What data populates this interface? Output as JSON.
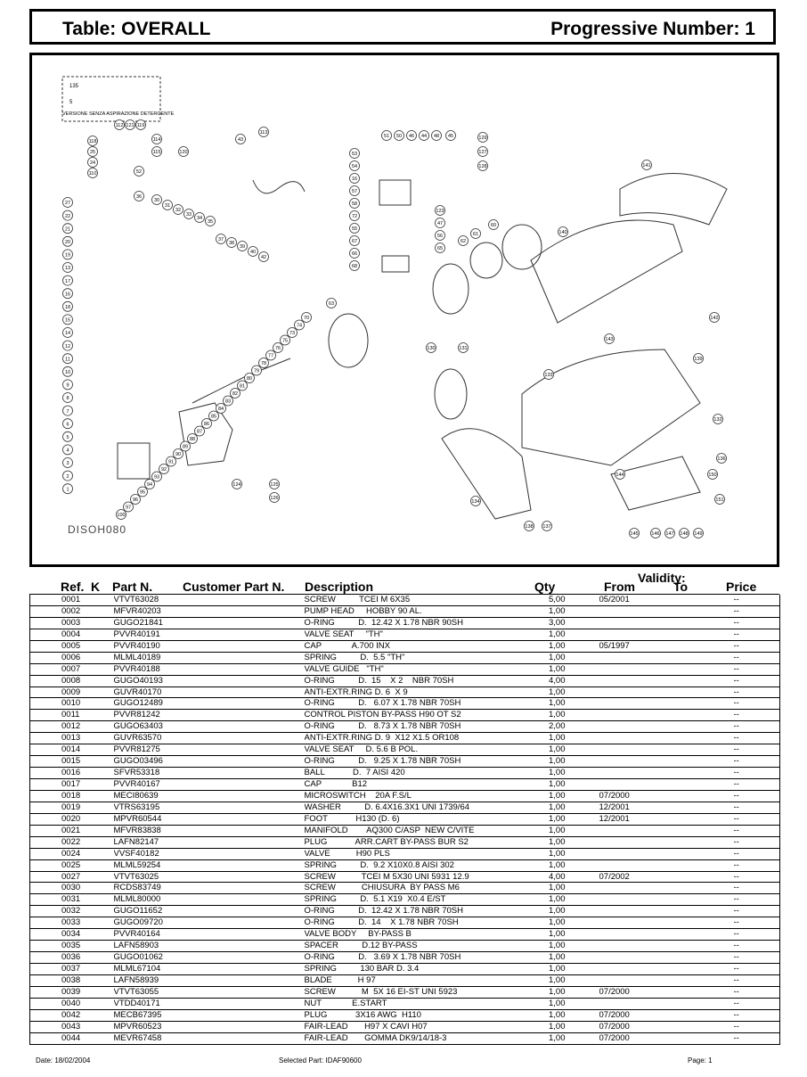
{
  "header": {
    "table_label": "Table: OVERALL",
    "progressive_label": "Progressive Number:  1"
  },
  "drawing": {
    "code": "DISOH080",
    "inset_caption": "VERSIONE SENZA ASPIRAZIONE DETERGENTE",
    "inset_numbers": [
      "135",
      "5"
    ],
    "callouts": [
      "27",
      "22",
      "21",
      "20",
      "19",
      "13",
      "17",
      "16",
      "18",
      "15",
      "14",
      "12",
      "11",
      "10",
      "9",
      "8",
      "7",
      "6",
      "5",
      "4",
      "3",
      "2",
      "1",
      "118",
      "25",
      "24",
      "110",
      "36",
      "30",
      "31",
      "32",
      "33",
      "34",
      "35",
      "37",
      "38",
      "39",
      "40",
      "42",
      "43",
      "113",
      "112",
      "121",
      "119",
      "114",
      "115",
      "120",
      "52",
      "53",
      "54",
      "16",
      "57",
      "58",
      "72",
      "55",
      "67",
      "66",
      "68",
      "51",
      "50",
      "46",
      "44",
      "48",
      "45",
      "129",
      "127",
      "128",
      "123",
      "47",
      "56",
      "65",
      "62",
      "61",
      "60",
      "63",
      "70",
      "74",
      "73",
      "75",
      "76",
      "77",
      "78",
      "79",
      "80",
      "81",
      "82",
      "83",
      "84",
      "85",
      "86",
      "87",
      "88",
      "89",
      "90",
      "91",
      "92",
      "93",
      "94",
      "95",
      "96",
      "97",
      "100",
      "124",
      "125",
      "126",
      "130",
      "131",
      "141",
      "140",
      "142",
      "143",
      "144",
      "145",
      "146",
      "147",
      "148",
      "149",
      "150",
      "151",
      "136",
      "134",
      "132",
      "133",
      "139",
      "138",
      "137"
    ]
  },
  "columns": {
    "ref": "Ref.",
    "k": "K",
    "part": "Part N.",
    "customer": "Customer Part N.",
    "description": "Description",
    "qty": "Qty",
    "validity": "Validity:",
    "from": "From",
    "to": "To",
    "price": "Price"
  },
  "rows": [
    [
      "0001",
      "VTVT63028",
      "SCREW          TCEI M 6X35",
      "5,00",
      "05/2001",
      "",
      "--"
    ],
    [
      "0002",
      "MFVR40203",
      "PUMP HEAD     HOBBY 90 AL.",
      "1,00",
      "",
      "",
      "--"
    ],
    [
      "0003",
      "GUGO21841",
      "O-RING          D.  12.42 X 1.78 NBR 90SH",
      "3,00",
      "",
      "",
      "--"
    ],
    [
      "0004",
      "PVVR40191",
      "VALVE SEAT     \"TH\"",
      "1,00",
      "",
      "",
      "--"
    ],
    [
      "0005",
      "PVVR40190",
      "CAP             A.700 INX",
      "1,00",
      "05/1997",
      "",
      "--"
    ],
    [
      "0006",
      "MLML40189",
      "SPRING          D.  5.5 \"TH\"",
      "1,00",
      "",
      "",
      "--"
    ],
    [
      "0007",
      "PVVR40188",
      "VALVE GUIDE   \"TH\"",
      "1,00",
      "",
      "",
      "--"
    ],
    [
      "0008",
      "GUGO40193",
      "O-RING          D.  15    X 2    NBR 70SH",
      "4,00",
      "",
      "",
      "--"
    ],
    [
      "0009",
      "GUVR40170",
      "ANTI-EXTR.RING D. 6  X 9",
      "1,00",
      "",
      "",
      "--"
    ],
    [
      "0010",
      "GUGO12489",
      "O-RING          D.   6.07 X 1.78 NBR 70SH",
      "1,00",
      "",
      "",
      "--"
    ],
    [
      "0011",
      "PVVR81242",
      "CONTROL PISTON BY-PASS H90 OT S2",
      "1,00",
      "",
      "",
      "--"
    ],
    [
      "0012",
      "GUGO63403",
      "O-RING          D.   8.73 X 1.78 NBR 70SH",
      "2,00",
      "",
      "",
      "--"
    ],
    [
      "0013",
      "GUVR63570",
      "ANTI-EXTR.RING D. 9  X12 X1.5 OR108",
      "1,00",
      "",
      "",
      "--"
    ],
    [
      "0014",
      "PVVR81275",
      "VALVE SEAT     D. 5.6 B POL.",
      "1,00",
      "",
      "",
      "--"
    ],
    [
      "0015",
      "GUGO03496",
      "O-RING          D.   9.25 X 1.78 NBR 70SH",
      "1,00",
      "",
      "",
      "--"
    ],
    [
      "0016",
      "SFVR53318",
      "BALL            D.  7 AISI 420",
      "1,00",
      "",
      "",
      "--"
    ],
    [
      "0017",
      "PVVR40167",
      "CAP             B12",
      "1,00",
      "",
      "",
      "--"
    ],
    [
      "0018",
      "MECI80639",
      "MICROSWITCH    20A F.S/L",
      "1,00",
      "07/2000",
      "",
      "--"
    ],
    [
      "0019",
      "VTRS63195",
      "WASHER          D. 6.4X16.3X1 UNI 1739/64",
      "1,00",
      "12/2001",
      "",
      "--"
    ],
    [
      "0020",
      "MPVR60544",
      "FOOT            H130 (D. 6)",
      "1,00",
      "12/2001",
      "",
      "--"
    ],
    [
      "0021",
      "MFVR83838",
      "MANIFOLD        AQ300 C/ASP  NEW C/VITE",
      "1,00",
      "",
      "",
      "--"
    ],
    [
      "0022",
      "LAFN82147",
      "PLUG            ARR.CART BY-PASS BUR S2",
      "1,00",
      "",
      "",
      "--"
    ],
    [
      "0024",
      "VVSF40182",
      "VALVE           H90 PLS",
      "1,00",
      "",
      "",
      "--"
    ],
    [
      "0025",
      "MLML59254",
      "SPRING          D.  9.2 X10X0.8 AISI 302",
      "1,00",
      "",
      "",
      "--"
    ],
    [
      "0027",
      "VTVT63025",
      "SCREW           TCEI M 5X30 UNI 5931 12.9",
      "4,00",
      "07/2002",
      "",
      "--"
    ],
    [
      "0030",
      "RCDS83749",
      "SCREW           CHIUSURA  BY PASS M6",
      "1,00",
      "",
      "",
      "--"
    ],
    [
      "0031",
      "MLML80000",
      "SPRING          D.  5.1 X19  X0.4 E/ST",
      "1,00",
      "",
      "",
      "--"
    ],
    [
      "0032",
      "GUGO11652",
      "O-RING          D.  12.42 X 1.78 NBR 70SH",
      "1,00",
      "",
      "",
      "--"
    ],
    [
      "0033",
      "GUGO09720",
      "O-RING          D.  14    X 1.78 NBR 70SH",
      "1,00",
      "",
      "",
      "--"
    ],
    [
      "0034",
      "PVVR40164",
      "VALVE BODY     BY-PASS B",
      "1,00",
      "",
      "",
      "--"
    ],
    [
      "0035",
      "LAFN58903",
      "SPACER          D.12 BY-PASS",
      "1,00",
      "",
      "",
      "--"
    ],
    [
      "0036",
      "GUGO01062",
      "O-RING          D.   3.69 X 1.78 NBR 70SH",
      "1,00",
      "",
      "",
      "--"
    ],
    [
      "0037",
      "MLML67104",
      "SPRING          130 BAR D. 3.4",
      "1,00",
      "",
      "",
      "--"
    ],
    [
      "0038",
      "LAFN58939",
      "BLADE           H 97",
      "1,00",
      "",
      "",
      "--"
    ],
    [
      "0039",
      "VTVT63055",
      "SCREW           M  5X 16 EI-ST UNI 5923",
      "1,00",
      "07/2000",
      "",
      "--"
    ],
    [
      "0040",
      "VTDD40171",
      "NUT             E.START",
      "1,00",
      "",
      "",
      "--"
    ],
    [
      "0042",
      "MECB67395",
      "PLUG            3X16 AWG  H110",
      "1,00",
      "07/2000",
      "",
      "--"
    ],
    [
      "0043",
      "MPVR60523",
      "FAIR-LEAD       H97 X CAVI H07",
      "1,00",
      "07/2000",
      "",
      "--"
    ],
    [
      "0044",
      "MEVR67458",
      "FAIR-LEAD       GOMMA DK9/14/18-3",
      "1,00",
      "07/2000",
      "",
      "--"
    ]
  ],
  "footer": {
    "date": "Date: 18/02/2004",
    "selected_part": "Selected Part: IDAF90600",
    "page": "Page:  1"
  }
}
